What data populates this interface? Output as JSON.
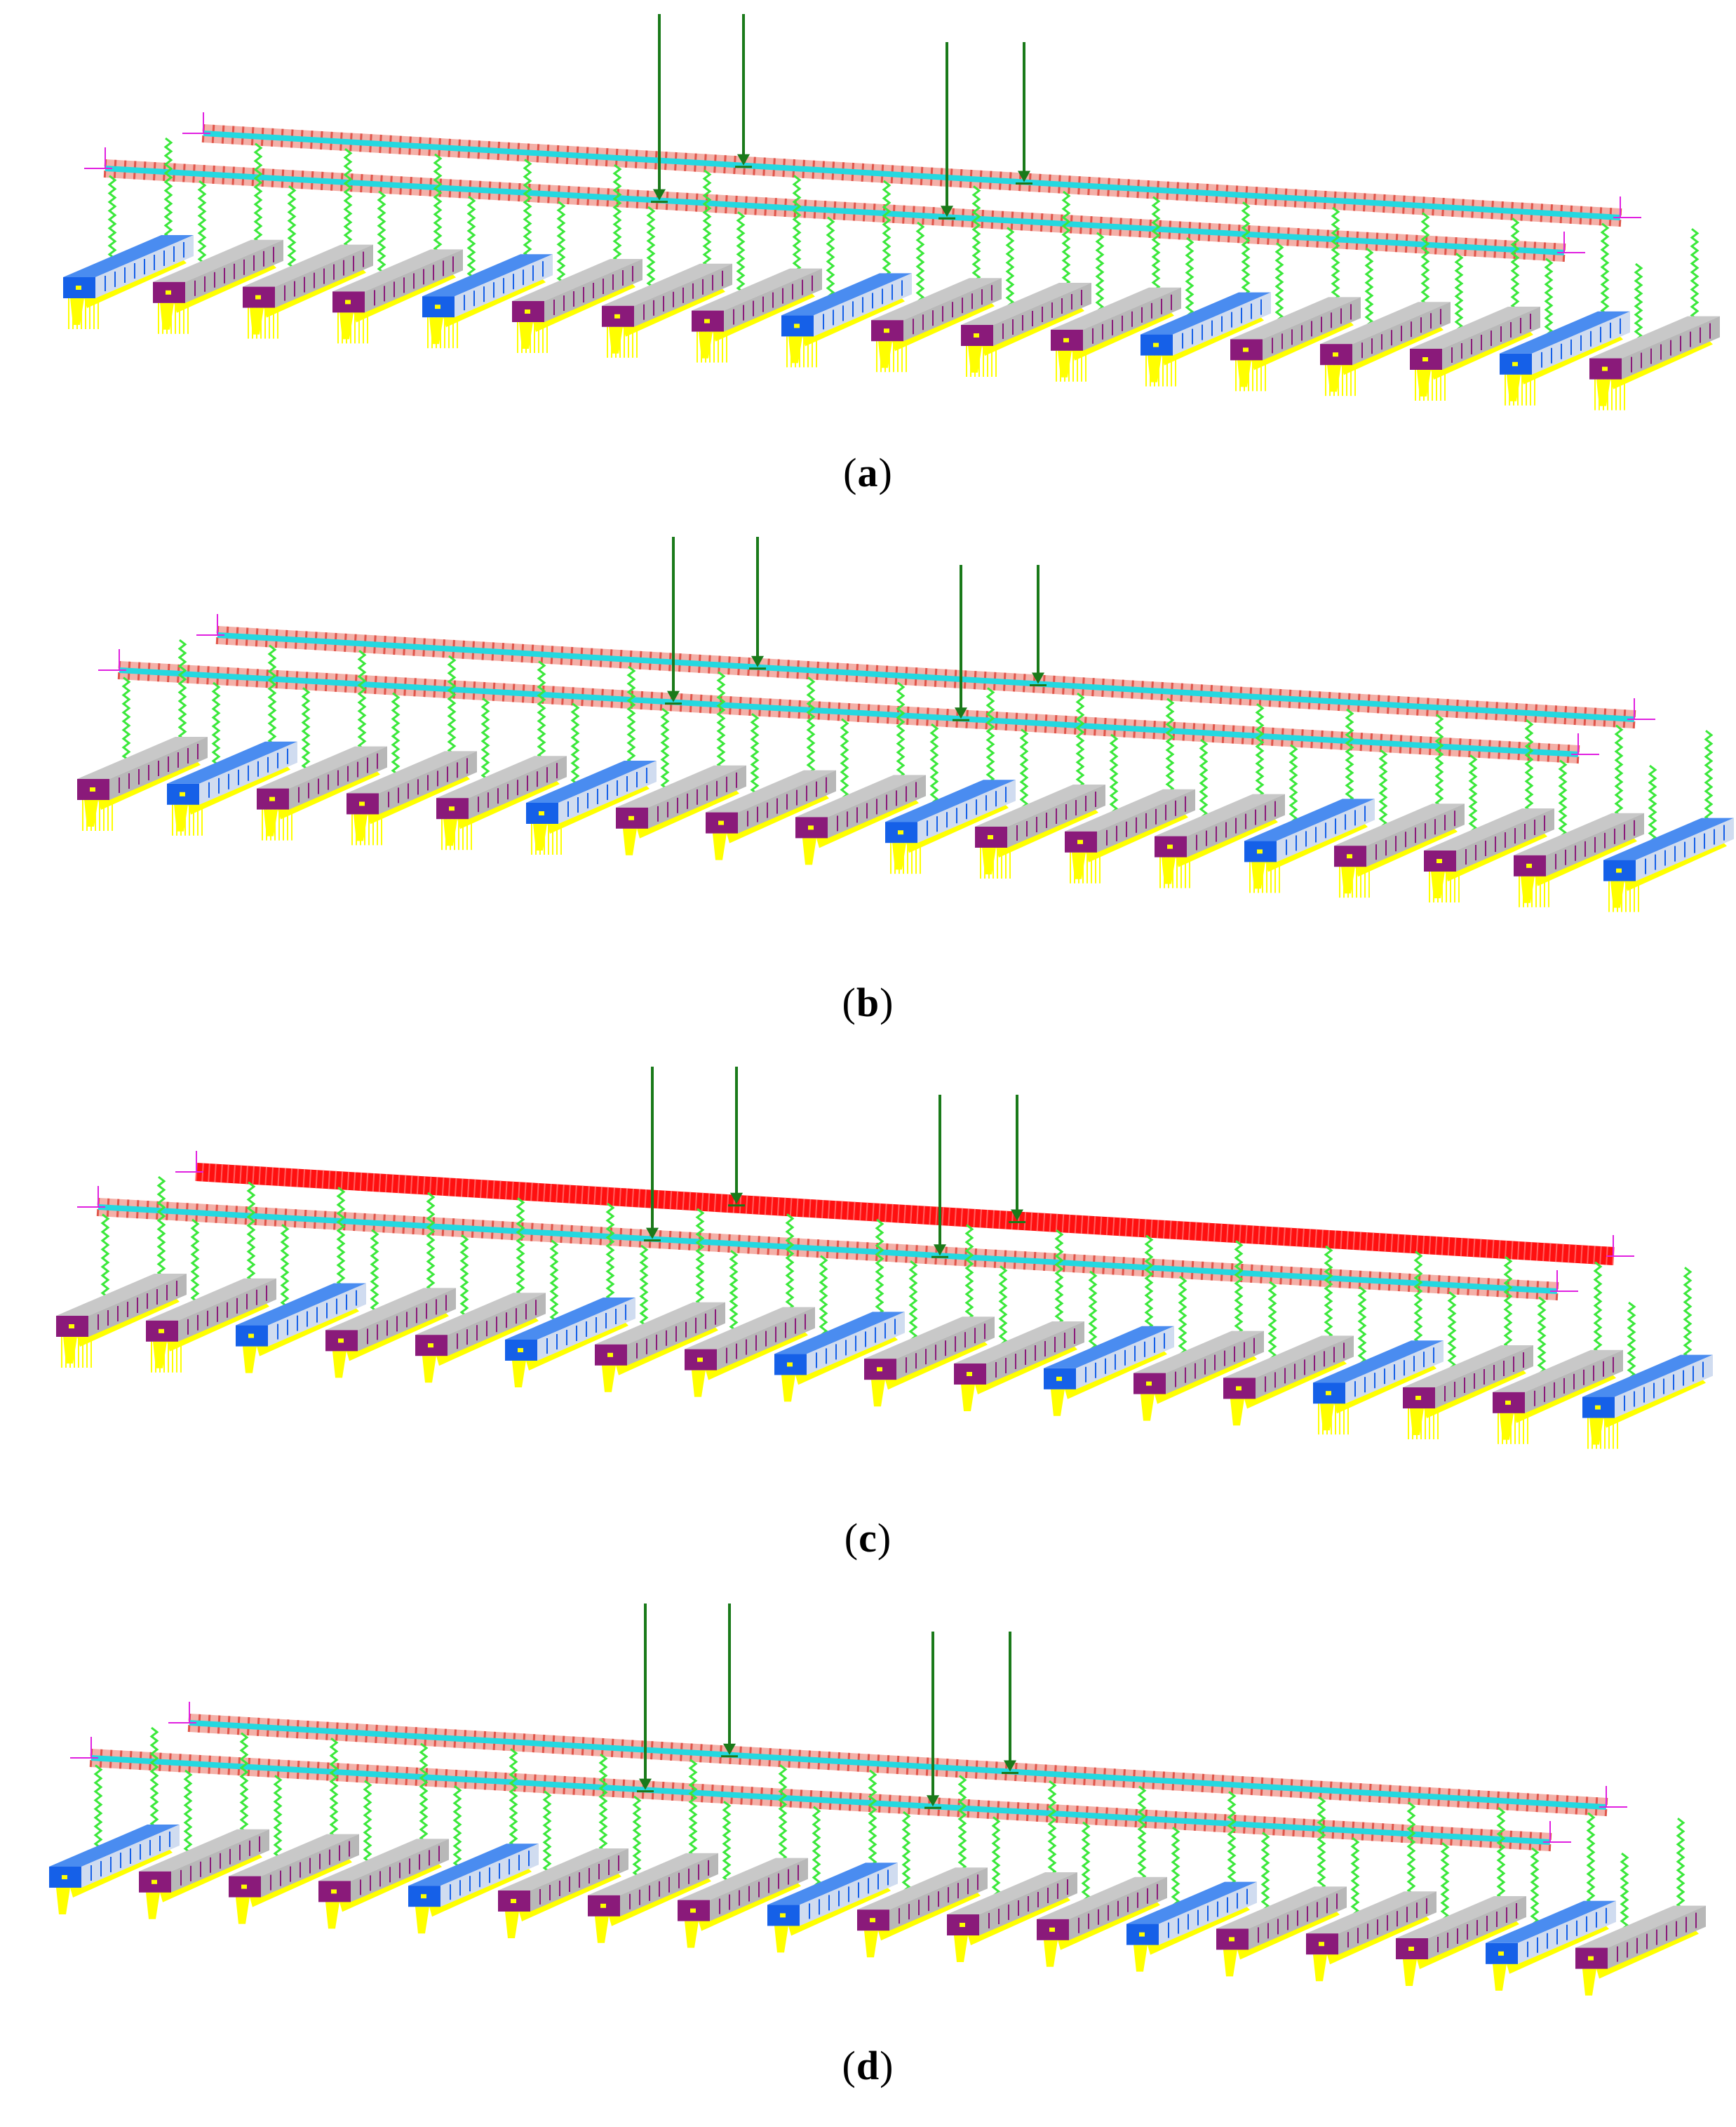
{
  "panels": [
    {
      "label": "a",
      "top_beam_red": false,
      "shift": 0,
      "rise": 0,
      "blue": [
        0,
        4,
        8,
        12,
        16
      ],
      "open_ends": [
        0,
        1,
        2,
        3,
        4,
        5,
        6,
        7,
        8,
        9,
        10,
        11,
        12,
        13,
        14,
        15,
        16,
        17
      ]
    },
    {
      "label": "b",
      "top_beam_red": false,
      "shift": 20,
      "rise": -30,
      "blue": [
        1,
        5,
        9,
        13,
        17
      ],
      "open_ends": [
        0,
        1,
        2,
        3,
        4,
        5,
        9,
        10,
        11,
        12,
        13,
        14,
        15,
        16,
        17
      ]
    },
    {
      "label": "c",
      "top_beam_red": true,
      "shift": -10,
      "rise": -20,
      "blue": [
        2,
        5,
        8,
        11,
        14,
        17
      ],
      "open_ends": [
        0,
        1,
        14,
        15,
        16,
        17
      ]
    },
    {
      "label": "d",
      "top_beam_red": false,
      "shift": -20,
      "rise": 0,
      "blue": [
        0,
        4,
        8,
        12,
        16
      ],
      "open_ends": []
    }
  ],
  "colors": {
    "beam_cyan": "#24d8e0",
    "beam_hatch": "#e0554a",
    "beam_red": "#ff1010",
    "load_arrow": "#1a7a1a",
    "hanger": "#3be83b",
    "block_grey": "#c8c8c8",
    "block_purple": "#8a1a7a",
    "block_blue": "#1560e8",
    "support_yellow": "#ffff00",
    "axis_magenta": "#e020e0"
  }
}
